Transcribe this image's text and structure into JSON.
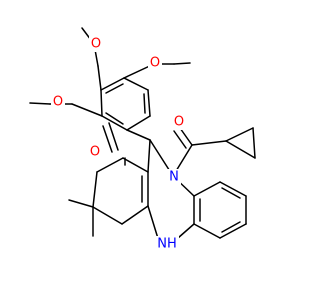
{
  "molecule": {
    "atoms": {
      "o_methoxy_top": "O",
      "o_methoxy_right": "O",
      "o_methoxy_left": "O",
      "o_amide": "O",
      "o_ketone": "O",
      "n_amide": "N",
      "n_amine": "NH"
    }
  },
  "colors": {
    "bond": "#000000",
    "oxygen": "#ff0000",
    "nitrogen": "#0000ff",
    "background": "#ffffff"
  }
}
